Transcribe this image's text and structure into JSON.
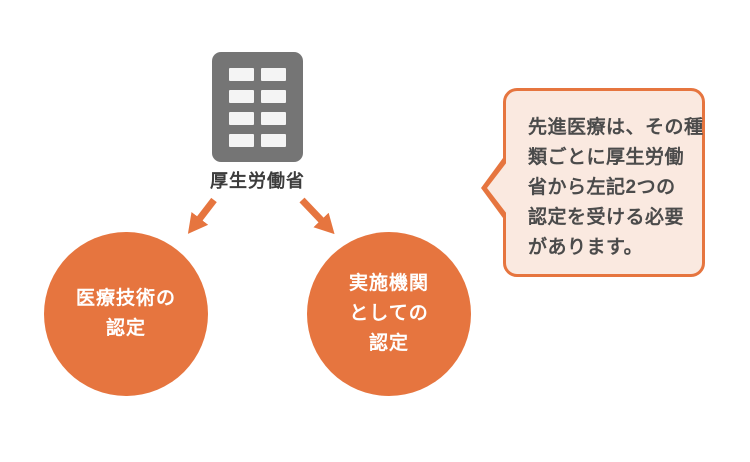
{
  "colors": {
    "accent_orange": "#E6753F",
    "bubble_background": "#FAE9E0",
    "building_gray": "#757575",
    "window_gray": "#F4F4F4",
    "label_text": "#3C3C3C",
    "bubble_text": "#4B4B4B",
    "circle_text": "#FFFFFF"
  },
  "ministry": {
    "icon": "building-icon",
    "label": "厚生労働省"
  },
  "arrows": [
    {
      "name": "down-left-arrow",
      "direction": "down-left"
    },
    {
      "name": "down-right-arrow",
      "direction": "down-right"
    }
  ],
  "circles": [
    {
      "id": "medical-technology-certification",
      "lines": [
        "医療技術の",
        "認定"
      ]
    },
    {
      "id": "implementing-institution-certification",
      "lines": [
        "実施機関",
        "としての",
        "認定"
      ]
    }
  ],
  "bubble": {
    "lines": [
      "先進医療は、その種",
      "類ごとに厚生労働",
      "省から左記2つの",
      "認定を受ける必要",
      "があります。"
    ]
  }
}
